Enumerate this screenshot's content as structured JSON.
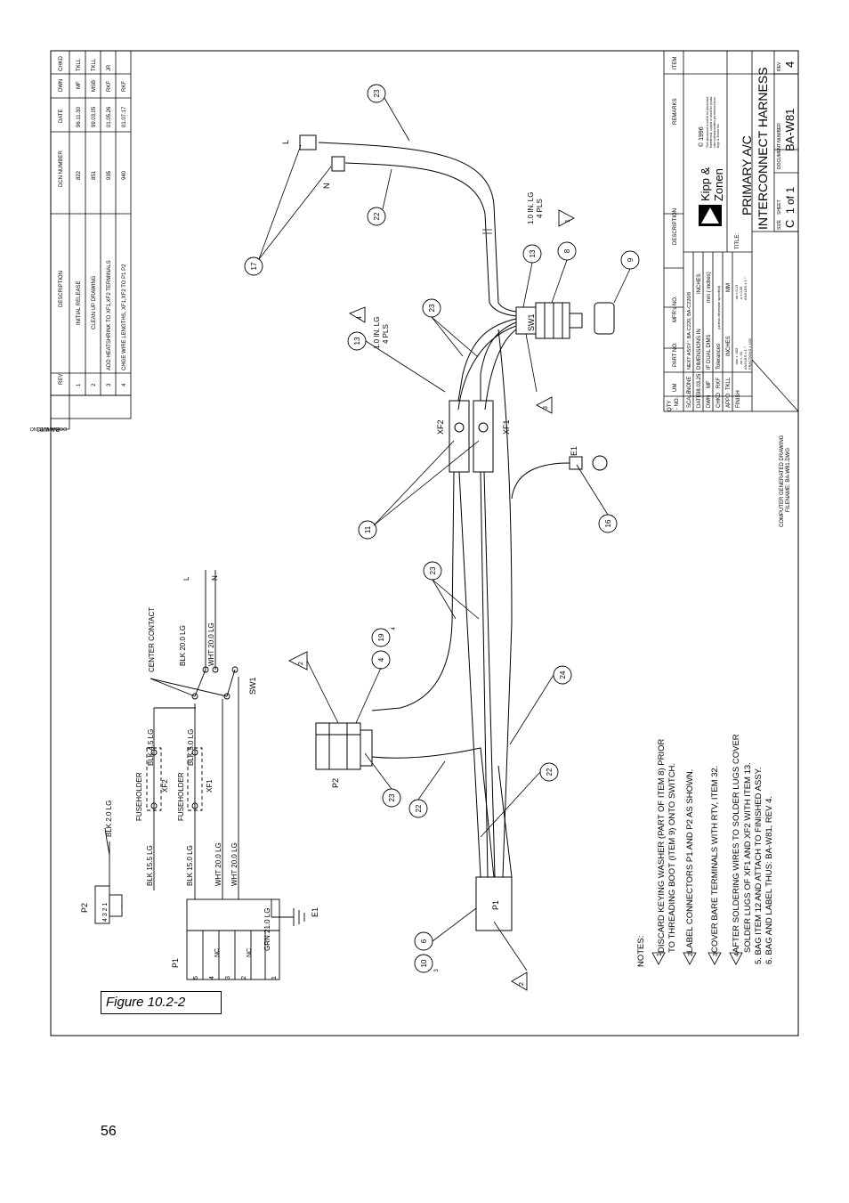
{
  "page_number": "56",
  "figure_label": "Figure 10.2-2",
  "document_no_label": "DOCUMENT NO",
  "document_no": "BA-W81",
  "revisions": {
    "headers": [
      "REV",
      "DESCRIPTION",
      "DCN NUMBER",
      "DATE",
      "DWN",
      "CHKD"
    ],
    "rows": [
      [
        "1",
        "INITIAL RELEASE",
        "822",
        "96.11.30",
        "MF",
        "TKLL"
      ],
      [
        "2",
        "CLEAN UP DRAWING",
        "851",
        "99.03.05",
        "MSB",
        "TKLL"
      ],
      [
        "3",
        "ADD HEATSHRINK TO XF1,XF2 TERMINALS",
        "935",
        "01.05.26",
        "RKF",
        "JR"
      ],
      [
        "4",
        "CHGE WIRE LENGTHS, XF1,XF2 TO P1 P2",
        "940",
        "01.07.17",
        "RKF",
        ""
      ]
    ]
  },
  "bom_headers": {
    "qty": "QTY",
    "no": "- NO.",
    "um": "UM",
    "part_no": "PART NO.",
    "mfr_no": "MFR’s NO.",
    "description": "DESCRIPTION",
    "remarks": "REMARKS",
    "item": "ITEM"
  },
  "title_block": {
    "scale_label": "SCALE",
    "scale": "NONE",
    "date_label": "DATE",
    "date": "98.03.25",
    "dwn_label": "DWN",
    "dwn": "MF",
    "chkd_label": "CHKD",
    "chkd": "RKF",
    "appd_label": "APPD",
    "appd": "TKLL",
    "finish_label": "FINISH",
    "next_assy": "NEXT ASSY’:  BA-C220, BA-C220/8",
    "dimensions_in": "DIMENSIONS IN",
    "dimensions_unit": "INCHES",
    "dual_dims": "IF DUAL DIMS",
    "dual_unit": "mm ( inches)",
    "tolerances": "Tolerances",
    "tolerances_note": "(unless otherwise specified)",
    "tol_inches": "INCHES",
    "tol_mm": "MM",
    "tol_in_lines": [
      ".xxx ± .005",
      ".xx ± .01",
      "ANGLES ± 1 °",
      "FRACTIONS ± 1/32"
    ],
    "tol_mm_lines": [
      ".xx ± 0.13",
      ".x ± 0.25",
      "ANGLES ± 1 °"
    ],
    "copyright": "© 1996",
    "confidential": [
      "This document is not to be disclosed,",
      "transferred, copied or used for produ-",
      "ction without written permission from",
      "Kipp & Zonen Inc."
    ],
    "company_1": "Kipp &",
    "company_2": "Zonen",
    "title_label": "TITLE:",
    "title_1": "PRIMARY A/C",
    "title_2": "INTERCONNECT HARNESS",
    "size_label": "SIZE",
    "size": "C",
    "sheet_label": "SHEET",
    "sheet": "1 of 1",
    "docnum_label": "DOCUMENT NUMBER",
    "docnum": "BA-W81",
    "rev_label": "REV",
    "rev": "4",
    "computer_generated": "COMPUTER GENERATED DRAWING",
    "filename": "FILENAME: BA-W81.DWG"
  },
  "notes": {
    "heading": "NOTES:",
    "items": [
      "DISCARD KEYING WASHER (PART OF ITEM 8) PRIOR",
      "TO THREADING BOOT (ITEM 9) ONTO SWITCH.",
      "LABEL CONNECTORS P1 AND P2 AS SHOWN.",
      "COVER BARE TERMINALS WITH RTV, ITEM 32.",
      "AFTER SOLDERING WIRES TO SOLDER LUGS COVER",
      "SOLDER LUGS OF XF1 AND XF2 WITH ITEM 13.",
      "5. BAG ITEM 12 AND ATTACH TO FINISHED ASSY.",
      "6. BAG AND LABEL THUS: BA-W81, REV 4."
    ],
    "flags": [
      "1",
      "2",
      "3",
      "4"
    ]
  },
  "harness": {
    "sw1": "SW1",
    "xf1": "XF1",
    "xf2": "XF2",
    "e1": "E1",
    "p1": "P1",
    "p2": "P2",
    "l": "L",
    "n": "N",
    "len_1": "1.0 IN. LG",
    "len_1b": "4 PLS",
    "len_2": "1.0 IN. LG",
    "len_2b": "4 PLS",
    "balloons": [
      "23",
      "22",
      "17",
      "13",
      "8",
      "9",
      "23",
      "13",
      "11",
      "16",
      "23",
      "19",
      "4",
      "24",
      "22",
      "23",
      "22",
      "10",
      "6"
    ],
    "flag_nums": [
      "1",
      "4",
      "3",
      "2",
      "2"
    ],
    "subs": [
      "4",
      "3"
    ]
  },
  "schematic": {
    "p2": "P2",
    "p1": "P1",
    "sw1": "SW1",
    "e1": "E1",
    "xf1": "XF1",
    "xf2": "XF2",
    "l": "L",
    "n": "N",
    "p2_pins": "4 3 2 1",
    "p1_pins": [
      "5",
      "4",
      "3",
      "2",
      "1"
    ],
    "nc1": "NC",
    "nc2": "NC",
    "fuse1": "FUSEHOLDER",
    "fuse2": "FUSEHOLDER",
    "center": "CENTER CONTACT",
    "wires": [
      "BLK 2.0 LG",
      "BLK 15.5 LG",
      "BLK 15.0 LG",
      "WHT 20.0 LG",
      "WHT 20.0 LG",
      "GRN 21.0 LG",
      "BLK 4.5 LG",
      "BLK 5.0 LG",
      "BLK 20.0 LG",
      "WHT 20.0 LG"
    ]
  }
}
